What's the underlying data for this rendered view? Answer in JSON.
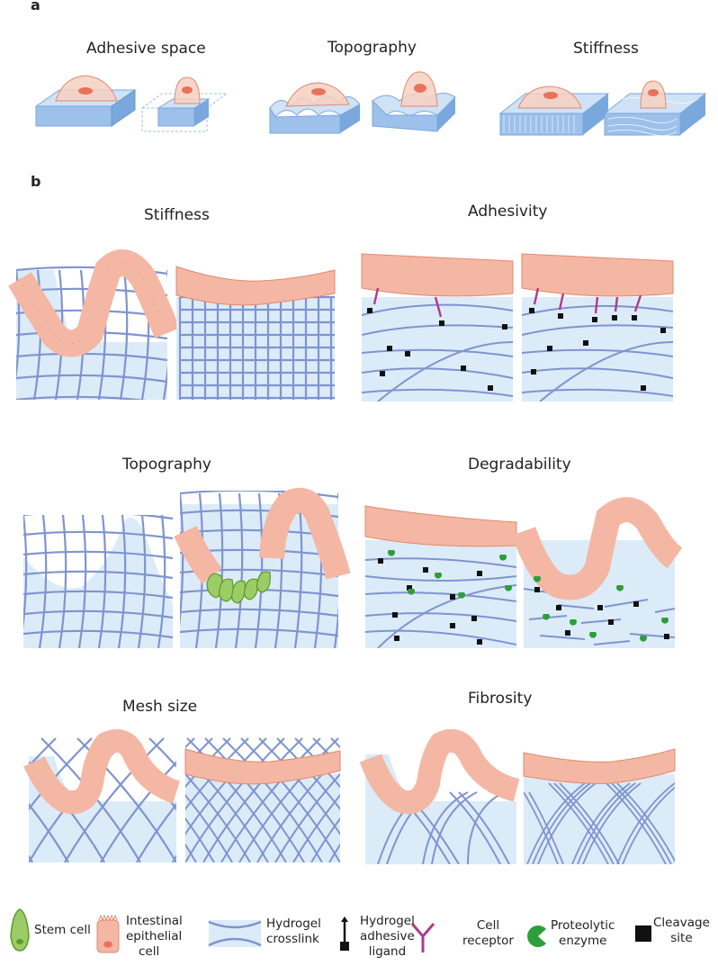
{
  "panels": {
    "a": {
      "letter": "a",
      "titles": {
        "adhesive_space": "Adhesive space",
        "topography": "Topography",
        "stiffness": "Stiffness"
      }
    },
    "b": {
      "letter": "b",
      "titles": {
        "stiffness": "Stiffness",
        "adhesivity": "Adhesivity",
        "topography": "Topography",
        "degradability": "Degradability",
        "mesh_size": "Mesh size",
        "fibrosity": "Fibrosity"
      }
    }
  },
  "legend": {
    "stem_cell": "Stem cell",
    "intestinal_epithelial_cell": [
      "Intestinal",
      "epithelial",
      "cell"
    ],
    "hydrogel_crosslink": [
      "Hydrogel",
      "crosslink"
    ],
    "hydrogel_adhesive_ligand": [
      "Hydrogel",
      "adhesive",
      "ligand"
    ],
    "cell_receptor": [
      "Cell",
      "receptor"
    ],
    "proteolytic_enzyme": [
      "Proteolytic",
      "enzyme"
    ],
    "cleavage_site": [
      "Cleavage",
      "site"
    ]
  },
  "colors": {
    "gel_fill": "#dcebf8",
    "fiber": "#7f94cf",
    "cell_fill": "#f4b7a4",
    "cell_stroke": "#e08a70",
    "nucleus": "#e8735a",
    "stem_fill": "#9ccc65",
    "stem_stroke": "#5a9a2b",
    "receptor": "#b03b8a",
    "enzyme": "#2e9e3a",
    "ligand": "#111111",
    "block_top": "#cfe2f6",
    "block_side": "#7aa7dc"
  }
}
